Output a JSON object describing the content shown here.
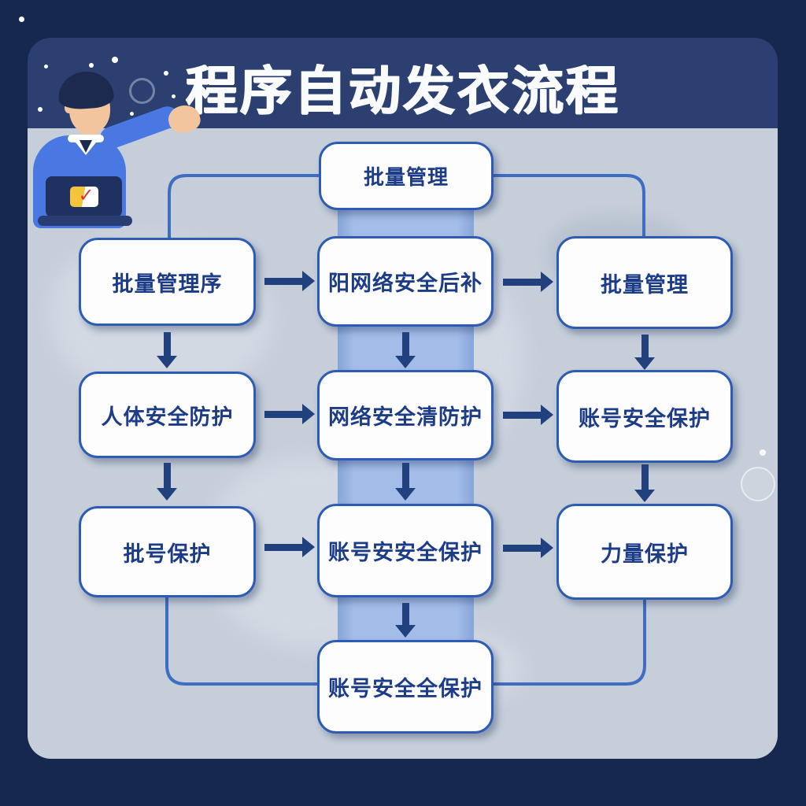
{
  "title": "程序自动发衣流程",
  "flow": {
    "top_label": "批量管理",
    "rows": [
      {
        "cells": [
          "批量管理序",
          "阳网络安全后补",
          "批量管理"
        ]
      },
      {
        "cells": [
          "人体安全防护",
          "网络安全清防护",
          "账号安全保护"
        ]
      },
      {
        "cells": [
          "批号保护",
          "账号安安全保护",
          "力量保护"
        ]
      }
    ],
    "bottom_label": "账号安全全保护"
  },
  "decorations": {
    "presenter": "person-at-laptop-illustration",
    "laptop_logo": "shield-with-red-checkmark",
    "sky": [
      "stars",
      "crescent-moon"
    ],
    "panel": [
      "world-map-watermark",
      "bubble-ring"
    ]
  },
  "colors": {
    "frame_bg": "#16284d",
    "header_bg": "#2b4070",
    "panel_bg": "#c6ced9",
    "band_color": "#a4bde8",
    "box_bg": "#fdfdfe",
    "box_border": "#2e5cb4",
    "box_text": "#1d3c88",
    "arrow_color": "#20407e",
    "line_color": "#3f6dc3",
    "title_color": "#fafbfd"
  }
}
